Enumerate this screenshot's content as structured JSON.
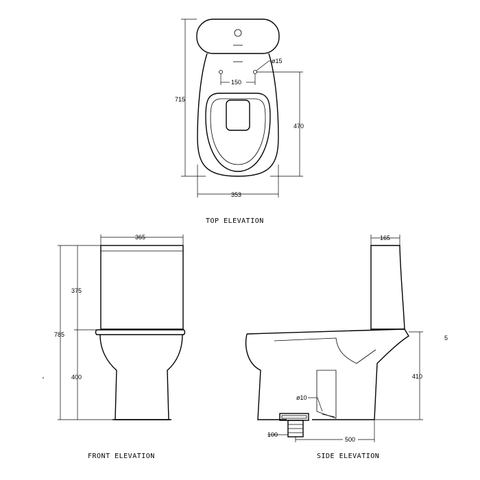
{
  "views": {
    "top": {
      "title": "TOP ELEVATION"
    },
    "front": {
      "title": "FRONT ELEVATION"
    },
    "side": {
      "title": "SIDE ELEVATION"
    }
  },
  "dimensions": {
    "top_overall_length": "715",
    "top_hole_diameter": "ø15",
    "top_hole_spacing": "150",
    "top_bowl_length": "470",
    "top_width": "353",
    "front_tank_width": "365",
    "front_tank_height": "375",
    "front_overall_height": "785",
    "front_bowl_height": "400",
    "side_tank_depth": "165",
    "side_seat_height": "410",
    "side_outlet_diameter": "ø10",
    "side_outlet_height": "100",
    "side_outlet_offset": "500",
    "side_stray_label": "5"
  }
}
